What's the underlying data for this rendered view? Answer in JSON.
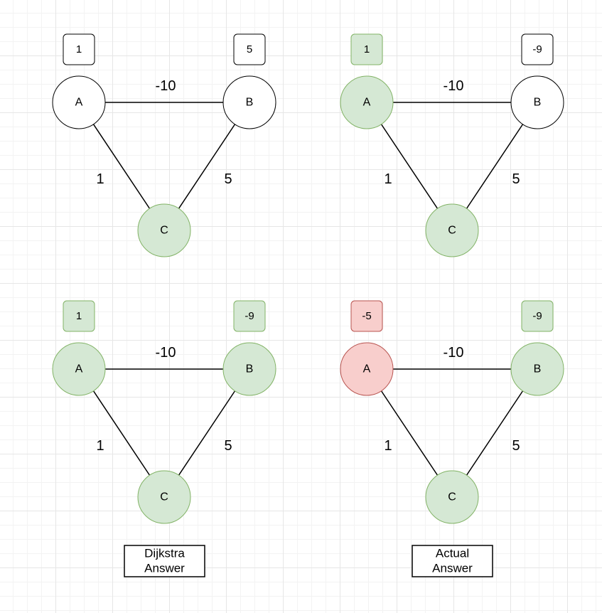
{
  "colors": {
    "default_fill": "#ffffff",
    "default_stroke": "#000000",
    "green_fill": "#d5e8d4",
    "green_stroke": "#82b366",
    "red_fill": "#f8cecc",
    "red_stroke": "#b85450"
  },
  "graphs": [
    {
      "id": "top-left",
      "nodes": [
        {
          "label": "A",
          "status": "default",
          "dist": "1",
          "dist_status": "default"
        },
        {
          "label": "B",
          "status": "default",
          "dist": "5",
          "dist_status": "default"
        },
        {
          "label": "C",
          "status": "green",
          "dist": "",
          "dist_status": "none"
        }
      ],
      "edges": [
        {
          "from": "A",
          "to": "B",
          "weight": "-10"
        },
        {
          "from": "A",
          "to": "C",
          "weight": "1"
        },
        {
          "from": "B",
          "to": "C",
          "weight": "5"
        }
      ],
      "caption": ""
    },
    {
      "id": "top-right",
      "nodes": [
        {
          "label": "A",
          "status": "green",
          "dist": "1",
          "dist_status": "green"
        },
        {
          "label": "B",
          "status": "default",
          "dist": "-9",
          "dist_status": "default"
        },
        {
          "label": "C",
          "status": "green",
          "dist": "",
          "dist_status": "none"
        }
      ],
      "edges": [
        {
          "from": "A",
          "to": "B",
          "weight": "-10"
        },
        {
          "from": "A",
          "to": "C",
          "weight": "1"
        },
        {
          "from": "B",
          "to": "C",
          "weight": "5"
        }
      ],
      "caption": ""
    },
    {
      "id": "bottom-left",
      "nodes": [
        {
          "label": "A",
          "status": "green",
          "dist": "1",
          "dist_status": "green"
        },
        {
          "label": "B",
          "status": "green",
          "dist": "-9",
          "dist_status": "green"
        },
        {
          "label": "C",
          "status": "green",
          "dist": "",
          "dist_status": "none"
        }
      ],
      "edges": [
        {
          "from": "A",
          "to": "B",
          "weight": "-10"
        },
        {
          "from": "A",
          "to": "C",
          "weight": "1"
        },
        {
          "from": "B",
          "to": "C",
          "weight": "5"
        }
      ],
      "caption": [
        "Dijkstra",
        "Answer"
      ]
    },
    {
      "id": "bottom-right",
      "nodes": [
        {
          "label": "A",
          "status": "red",
          "dist": "-5",
          "dist_status": "red"
        },
        {
          "label": "B",
          "status": "green",
          "dist": "-9",
          "dist_status": "green"
        },
        {
          "label": "C",
          "status": "green",
          "dist": "",
          "dist_status": "none"
        }
      ],
      "edges": [
        {
          "from": "A",
          "to": "B",
          "weight": "-10"
        },
        {
          "from": "A",
          "to": "C",
          "weight": "1"
        },
        {
          "from": "B",
          "to": "C",
          "weight": "5"
        }
      ],
      "caption": [
        "Actual",
        "Answer"
      ]
    }
  ]
}
